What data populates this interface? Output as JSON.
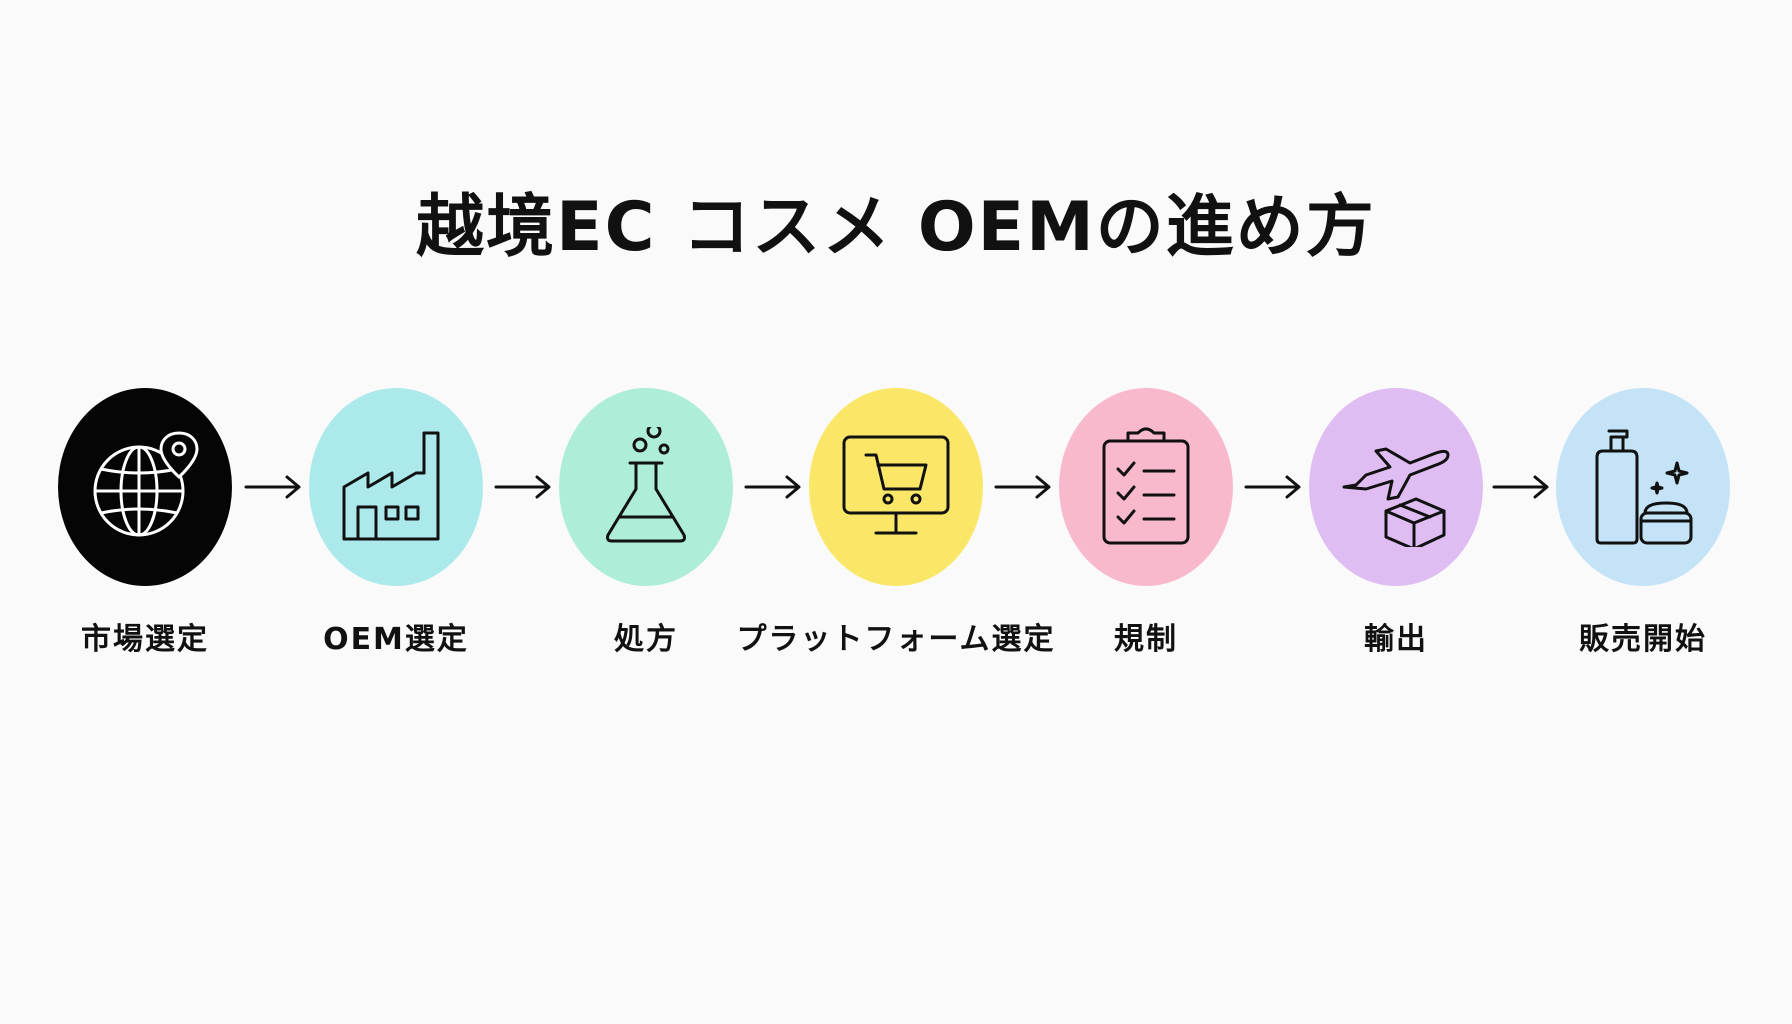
{
  "title": "越境EC コスメ OEMの進め方",
  "steps": [
    {
      "label": "市場選定",
      "icon": "globe-location-icon",
      "color": "#050505"
    },
    {
      "label": "OEM選定",
      "icon": "factory-icon",
      "color": "#ace9eb"
    },
    {
      "label": "処方",
      "icon": "flask-icon",
      "color": "#aeedd8"
    },
    {
      "label": "プラットフォーム選定",
      "icon": "monitor-cart-icon",
      "color": "#fbe767"
    },
    {
      "label": "規制",
      "icon": "clipboard-checklist-icon",
      "color": "#f8b9cd"
    },
    {
      "label": "輸出",
      "icon": "airplane-box-icon",
      "color": "#dfbdf2"
    },
    {
      "label": "販売開始",
      "icon": "cosmetics-bottle-icon",
      "color": "#c4e3f6"
    }
  ]
}
